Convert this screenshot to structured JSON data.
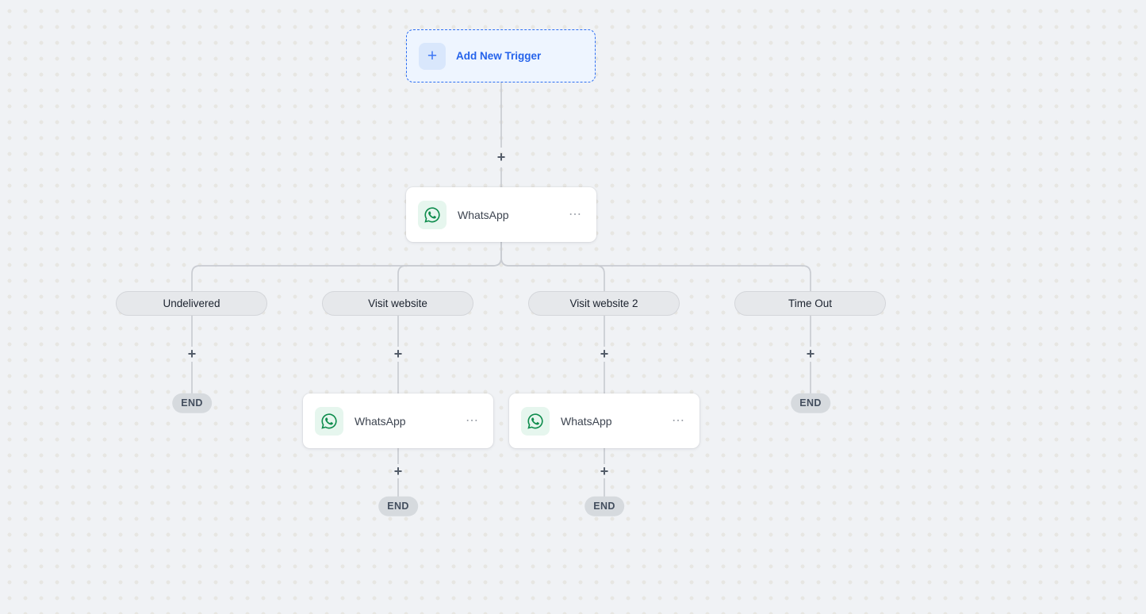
{
  "icons": {
    "plus": "+",
    "menu": "⋯"
  },
  "trigger": {
    "label": "Add New Trigger"
  },
  "nodes": [
    {
      "label": "WhatsApp"
    },
    {
      "label": "WhatsApp"
    },
    {
      "label": "WhatsApp"
    }
  ],
  "branches": [
    {
      "label": "Undelivered"
    },
    {
      "label": "Visit website"
    },
    {
      "label": "Visit website 2"
    },
    {
      "label": "Time Out"
    }
  ],
  "end_label": "END",
  "colors": {
    "background": "#f0f2f5",
    "dot": "#e7e6e2",
    "connector": "#c9ccd2",
    "accent_blue": "#2563eb",
    "whatsapp_green": "#0d8c4c",
    "branch_pill_bg": "#e6e8eb",
    "end_pill_bg": "#d6dade"
  }
}
